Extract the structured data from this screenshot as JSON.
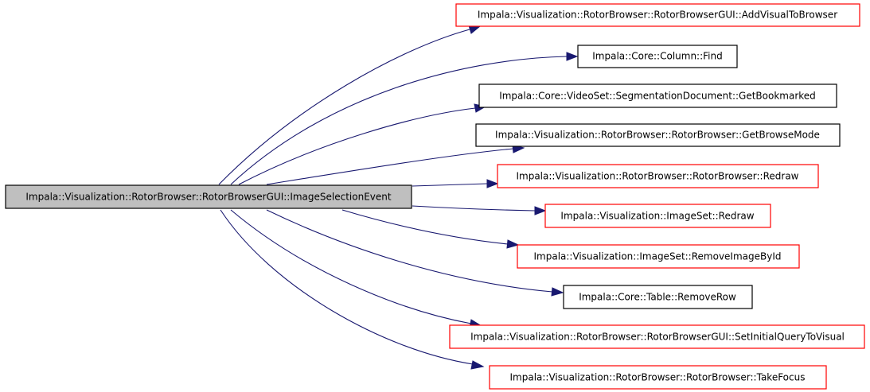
{
  "colors": {
    "edge": "#191970",
    "root_fill": "#bfbfbf",
    "documented_border": "#000000",
    "undocumented_border": "#ff0000"
  },
  "root": {
    "label": "Impala::Visualization::RotorBrowser::RotorBrowserGUI::ImageSelectionEvent"
  },
  "callees": [
    {
      "label": "Impala::Visualization::RotorBrowser::RotorBrowserGUI::AddVisualToBrowser",
      "border": "red"
    },
    {
      "label": "Impala::Core::Column::Find",
      "border": "black"
    },
    {
      "label": "Impala::Core::VideoSet::SegmentationDocument::GetBookmarked",
      "border": "black"
    },
    {
      "label": "Impala::Visualization::RotorBrowser::RotorBrowser::GetBrowseMode",
      "border": "black"
    },
    {
      "label": "Impala::Visualization::RotorBrowser::RotorBrowser::Redraw",
      "border": "red"
    },
    {
      "label": "Impala::Visualization::ImageSet::Redraw",
      "border": "red"
    },
    {
      "label": "Impala::Visualization::ImageSet::RemoveImageById",
      "border": "red"
    },
    {
      "label": "Impala::Core::Table::RemoveRow",
      "border": "black"
    },
    {
      "label": "Impala::Visualization::RotorBrowser::RotorBrowserGUI::SetInitialQueryToVisual",
      "border": "red"
    },
    {
      "label": "Impala::Visualization::RotorBrowser::RotorBrowser::TakeFocus",
      "border": "red"
    }
  ]
}
